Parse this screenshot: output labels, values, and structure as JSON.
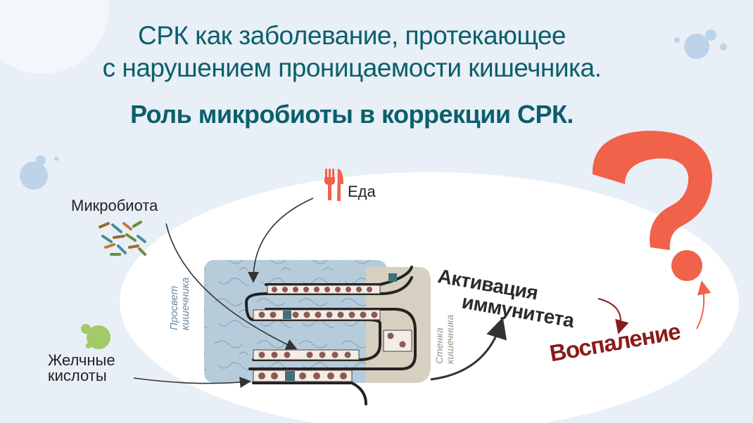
{
  "title": {
    "line1": "СРК как заболевание, протекающее",
    "line2": "с нарушением проницаемости кишечника.",
    "subtitle": "Роль микробиоты в коррекции СРК."
  },
  "labels": {
    "microbiota": "Микробиота",
    "food": "Еда",
    "bile_line1": "Желчные",
    "bile_line2": "кислоты",
    "lumen_line1": "Просвет",
    "lumen_line2": "кишечника",
    "wall_line1": "Стенка",
    "wall_line2": "кишечника",
    "activation_line1": "Активация",
    "activation_line2": "иммунитета",
    "inflammation": "Воспаление"
  },
  "icons": {
    "food": "fork-knife-icon",
    "microbiota": "bacteria-cluster-icon",
    "bile": "bubble-drops-icon",
    "question": "question-mark-icon"
  },
  "colors": {
    "title": "#0b5f6c",
    "inflammation": "#8a1b1b",
    "question": "#f0624a",
    "lumen": "#b6ccdb",
    "wall": "#d7d0c1"
  }
}
